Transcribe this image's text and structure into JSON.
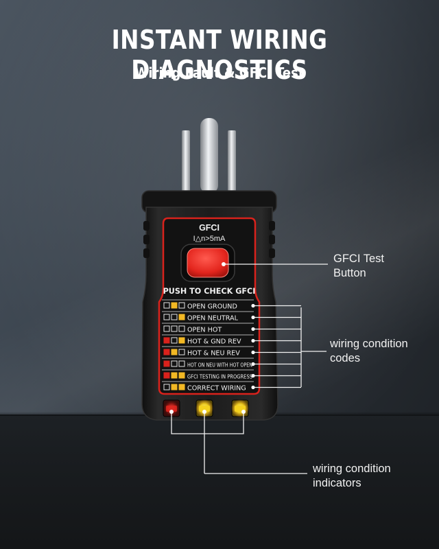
{
  "header": {
    "title": "INSTANT WIRING DIAGNOSTICS",
    "subtitle": "Wiring Fault & GFCI Test"
  },
  "device": {
    "gfci_label": "GFCI",
    "rating_label": "I△n>5mA",
    "push_label": "PUSH TO CHECK GFCI",
    "codes": [
      {
        "text": "OPEN GROUND",
        "lamps": [
          "off",
          "yellow",
          "off"
        ]
      },
      {
        "text": "OPEN NEUTRAL",
        "lamps": [
          "off",
          "off",
          "yellow"
        ]
      },
      {
        "text": "OPEN HOT",
        "lamps": [
          "off",
          "off",
          "off"
        ]
      },
      {
        "text": "HOT & GND REV",
        "lamps": [
          "red",
          "off",
          "yellow"
        ]
      },
      {
        "text": "HOT & NEU REV",
        "lamps": [
          "red",
          "yellow",
          "off"
        ]
      },
      {
        "text": "HOT ON NEU WITH HOT OPEN",
        "lamps": [
          "red",
          "off",
          "off"
        ]
      },
      {
        "text": "GFCI TESTING IN PROGRESS",
        "lamps": [
          "red",
          "yellow",
          "yellow"
        ]
      },
      {
        "text": "CORRECT WIRING",
        "lamps": [
          "off",
          "yellow",
          "yellow"
        ]
      }
    ],
    "indicator_colors": [
      "#e0261f",
      "#f4d21f",
      "#f4d21f"
    ]
  },
  "callouts": {
    "gfci_button": [
      "GFCI Test",
      "Button"
    ],
    "condition_codes": [
      "wiring condition",
      "codes"
    ],
    "indicators": [
      "wiring condition",
      "indicators"
    ]
  },
  "colors": {
    "body": "#1b1b1b",
    "accent_red": "#d9221c",
    "lamp_yellow": "#f2b824",
    "text": "#ffffff"
  }
}
